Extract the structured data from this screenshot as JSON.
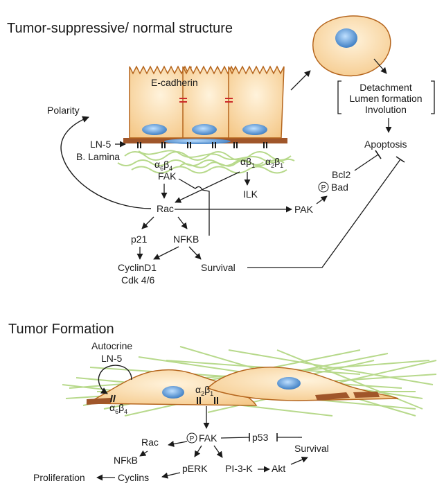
{
  "section_top": {
    "title": "Tumor-suppressive/ normal structure",
    "e_cadherin": "E-cadherin",
    "polarity": "Polarity",
    "ln5": "LN-5",
    "basal_lamina": "B. Lamina",
    "integrin_a6b4": {
      "alpha": "α",
      "alpha_sub": "6",
      "beta": "β",
      "beta_sub": "4"
    },
    "integrin_ab1": {
      "alpha": "α",
      "beta": "β",
      "beta_sub": "1"
    },
    "integrin_a2b1": {
      "alpha": "α",
      "alpha_sub": "2",
      "beta": "β",
      "beta_sub": "1"
    },
    "fak": "FAK",
    "ilk": "ILK",
    "rac": "Rac",
    "pak": "PAK",
    "p21": "p21",
    "nfkb": "NFKB",
    "cyclind1": "CyclinD1",
    "cdk": "Cdk 4/6",
    "survival": "Survival",
    "bcl2": "Bcl2",
    "phospho": "P",
    "bad": "Bad",
    "outcomes": [
      "Detachment",
      "Lumen formation",
      "Involution"
    ],
    "apoptosis": "Apoptosis"
  },
  "section_bottom": {
    "title": "Tumor Formation",
    "autocrine": "Autocrine",
    "ln5": "LN-5",
    "integrin_a6b4": {
      "alpha": "α",
      "alpha_sub": "6",
      "beta": "β",
      "beta_sub": "4"
    },
    "integrin_a2b1": {
      "alpha": "α",
      "alpha_sub": "2",
      "beta": "β",
      "beta_sub": "1"
    },
    "phospho": "P",
    "fak": "FAK",
    "p53": "p53",
    "survival": "Survival",
    "rac": "Rac",
    "nfkb": "NFkB",
    "perk": "pERK",
    "pi3k": "PI-3-K",
    "akt": "Akt",
    "proliferation": "Proliferation",
    "cyclins": "Cyclins"
  },
  "colors": {
    "cell_fill": "#f9d9a8",
    "cell_stroke": "#b5651d",
    "nucleus": "#5b9bd5",
    "basement_membrane": "#a0562a",
    "junction": "#cc2a2a",
    "matrix_fibers": "#b7d98b",
    "arrow": "#1a1a1a"
  }
}
